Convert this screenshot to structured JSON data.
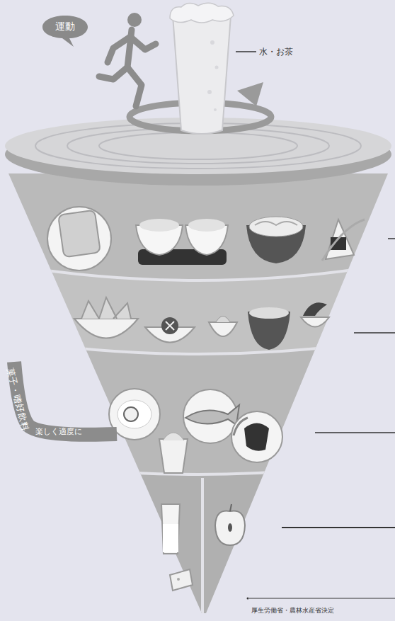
{
  "diagram": {
    "nodes": [
      {
        "text": [
          "運動"
        ]
      },
      {
        "text": [
          "菓子・嗜好飲料",
          "楽しく適度に"
        ]
      }
    ],
    "labels": [
      "水・お茶",
      "厚生労働省・農林水産省決定"
    ]
  }
}
